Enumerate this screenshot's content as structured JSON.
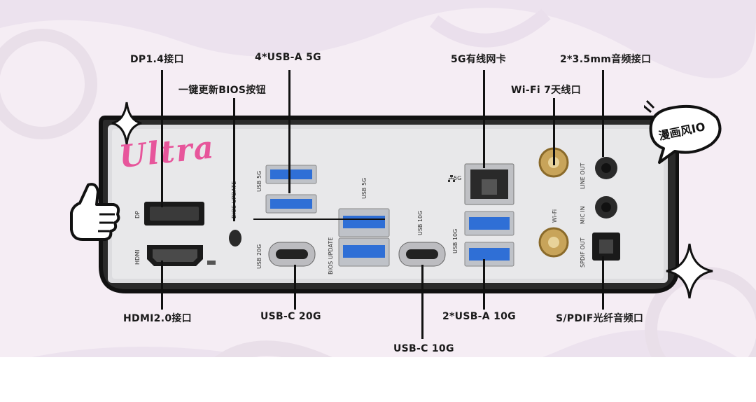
{
  "labels": {
    "dp": "DP1.4接口",
    "usb_a_5g": "4*USB-A 5G",
    "bios_button": "一键更新BIOS按钮",
    "lan": "5G有线网卡",
    "audio": "2*3.5mm音频接口",
    "wifi": "Wi-Fi 7天线口",
    "hdmi": "HDMI2.0接口",
    "usb_c_20g": "USB-C  20G",
    "usb_c_10g": "USB-C 10G",
    "usb_a_10g": "2*USB-A 10G",
    "spdif": "S/PDIF光纤音频口"
  },
  "panel_text": {
    "dp": "DP",
    "hdmi": "HDMI",
    "bios_update": "BIOS UPDATE",
    "usb_5g_a": "USB 5G",
    "usb_5g_b": "USB 5G",
    "usb_20g": "USB 20G",
    "bios_update_small": "BIOS UPDATE",
    "usb_10g_a": "USB 10G",
    "usb_10g_b": "USB 10G",
    "lan_5g": "5G",
    "wifi": "Wi-Fi",
    "line_out": "LINE OUT",
    "mic_in": "MIC IN",
    "spdif_out": "SPDIF OUT"
  },
  "logo_text": "Ultra",
  "bubble_text": "漫画风IO",
  "colors": {
    "usb_blue": "#2f6fd6",
    "logo_pink": "#e7559b",
    "panel_silver": "#d9d9dc",
    "outline": "#111111"
  },
  "icons": [
    "thumbs-up-icon",
    "sparkle-icon",
    "speech-bubble-icon",
    "network-icon"
  ]
}
